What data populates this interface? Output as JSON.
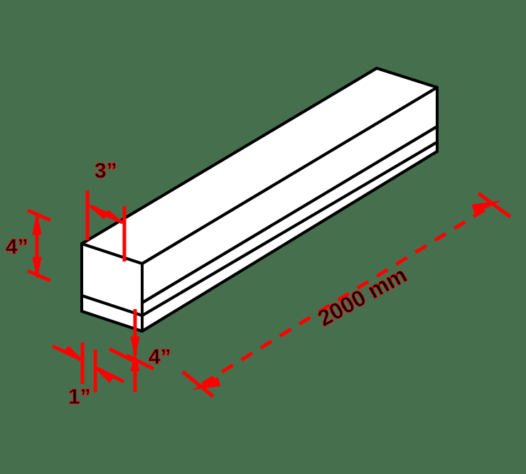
{
  "drawing": {
    "title": "C-channel steel profile isometric dimension drawing",
    "background_color": "#46704d",
    "part_fill_color": "#ffffff",
    "part_outline_color": "#000000",
    "dimension_color": "#ff0000",
    "label_color": "#000000"
  },
  "dimensions": {
    "flange_width_top": {
      "label": "3”",
      "value": 3,
      "unit": "inch",
      "orientation": "horizontal-top",
      "arrow_style": "inward-double-arrow"
    },
    "web_height": {
      "label": "4”",
      "value": 4,
      "unit": "inch",
      "orientation": "vertical-left",
      "arrow_style": "inward-double-arrow"
    },
    "thickness": {
      "label": "1”",
      "value": 1,
      "unit": "inch",
      "orientation": "horizontal-bottom-left",
      "arrow_style": "outward-double-arrow"
    },
    "flange_width_bottom": {
      "label": "4”",
      "value": 4,
      "unit": "inch",
      "orientation": "vertical-bottom",
      "arrow_style": "inward-double-arrow"
    },
    "length": {
      "label": "2000 mm",
      "value": 2000,
      "unit": "mm",
      "orientation": "diagonal",
      "line_style": "dashed",
      "arrow_style": "outward-double-arrow",
      "text_rotation_deg": -29
    }
  }
}
